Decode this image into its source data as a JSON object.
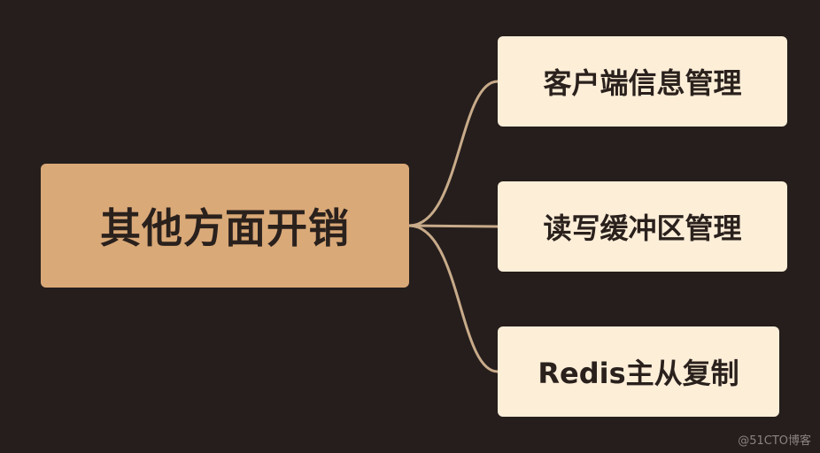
{
  "diagram": {
    "root": {
      "label": "其他方面开销"
    },
    "children": [
      {
        "label": "客户端信息管理"
      },
      {
        "label": "读写缓冲区管理"
      },
      {
        "label": "Redis主从复制"
      }
    ],
    "colors": {
      "background": "#251e1c",
      "root_fill": "#daa978",
      "child_fill": "#fdeed8",
      "connector": "#c8ab8a",
      "text": "#2a211d"
    }
  },
  "watermark": "@51CTO博客"
}
